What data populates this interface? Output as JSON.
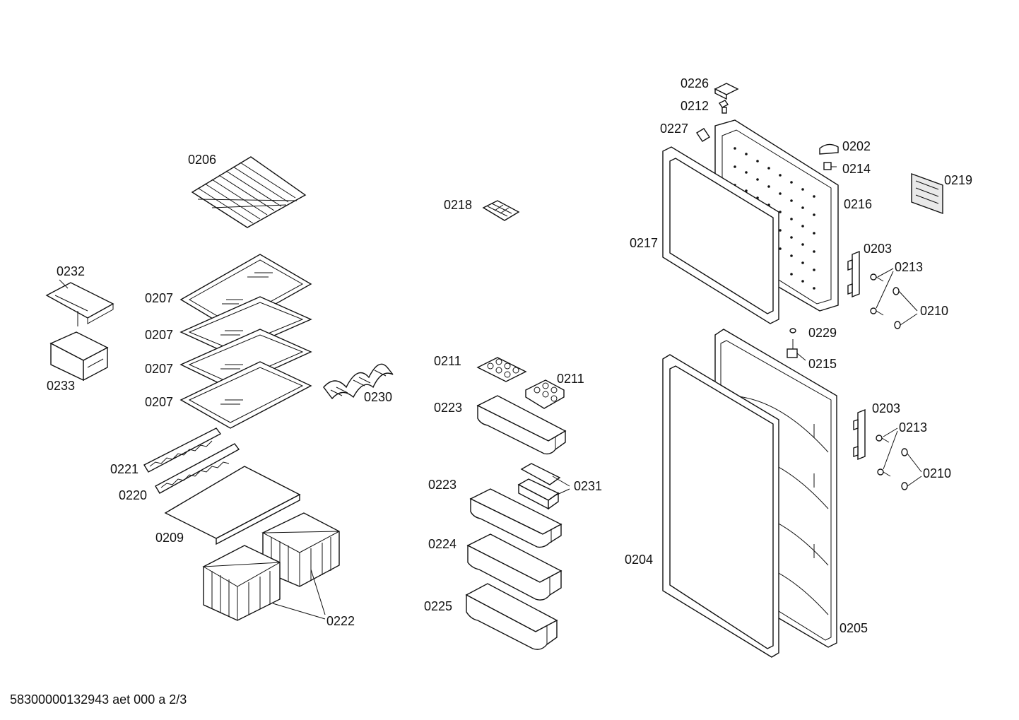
{
  "labels": {
    "l0206": "0206",
    "l0232": "0232",
    "l0233": "0233",
    "l0207a": "0207",
    "l0207b": "0207",
    "l0207c": "0207",
    "l0207d": "0207",
    "l0230": "0230",
    "l0221": "0221",
    "l0220": "0220",
    "l0209": "0209",
    "l0222": "0222",
    "l0218": "0218",
    "l0211a": "0211",
    "l0211b": "0211",
    "l0223a": "0223",
    "l0223b": "0223",
    "l0231": "0231",
    "l0224": "0224",
    "l0225": "0225",
    "l0226": "0226",
    "l0212": "0212",
    "l0227": "0227",
    "l0202": "0202",
    "l0214": "0214",
    "l0219": "0219",
    "l0216": "0216",
    "l0217": "0217",
    "l0203a": "0203",
    "l0213a": "0213",
    "l0210a": "0210",
    "l0229": "0229",
    "l0215": "0215",
    "l0203b": "0203",
    "l0213b": "0213",
    "l0210b": "0210",
    "l0204": "0204",
    "l0205": "0205"
  },
  "footer": "58300000132943 aet 000 a 2/3"
}
